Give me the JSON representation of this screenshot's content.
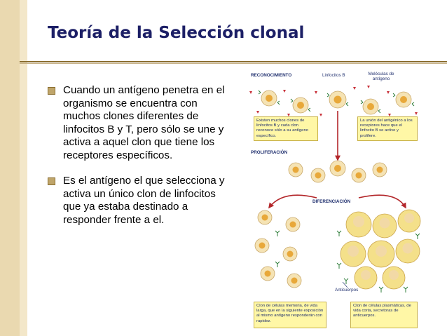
{
  "slide": {
    "title": "Teoría de la Selección clonal",
    "bullets": [
      "Cuando un antígeno penetra en el organismo se encuentra con muchos clones diferentes de linfocitos  B y T, pero sólo se une y activa a aquel clon que tiene los receptores específicos.",
      "Es el antígeno el que selecciona y activa un único clon de linfocitos que ya estaba destinado a responder frente a el."
    ]
  },
  "figure": {
    "reconocimiento": "RECONOCIMIENTO",
    "linfocitos_b": "Linfocitos B",
    "moleculas": "Moléculas de antígeno",
    "box1": "Existen muchos clones de linfocitos B y cada clon reconoce sólo a su antígeno específico.",
    "box2": "La unión del antigénico a los receptores hace que el linfocito B se active y prolifere.",
    "proliferacion": "PROLIFERACIÓN",
    "diferenciacion": "DIFERENCIACIÓN",
    "anticuerpos": "Anticuerpos",
    "box3": "Clon de células memoria, de vida larga, que en la siguiente exposición al mismo antígeno responderán con rapidez.",
    "box4": "Clon de células plasmáticas, de vida corta, secretoras de anticuerpos."
  },
  "colors": {
    "title": "#1c1f66",
    "sidebar": "#ead9b0",
    "arrow": "#b3262a",
    "cell": "#f5e3b4",
    "nucleus": "#e8a83a",
    "box": "#fff7a6"
  }
}
